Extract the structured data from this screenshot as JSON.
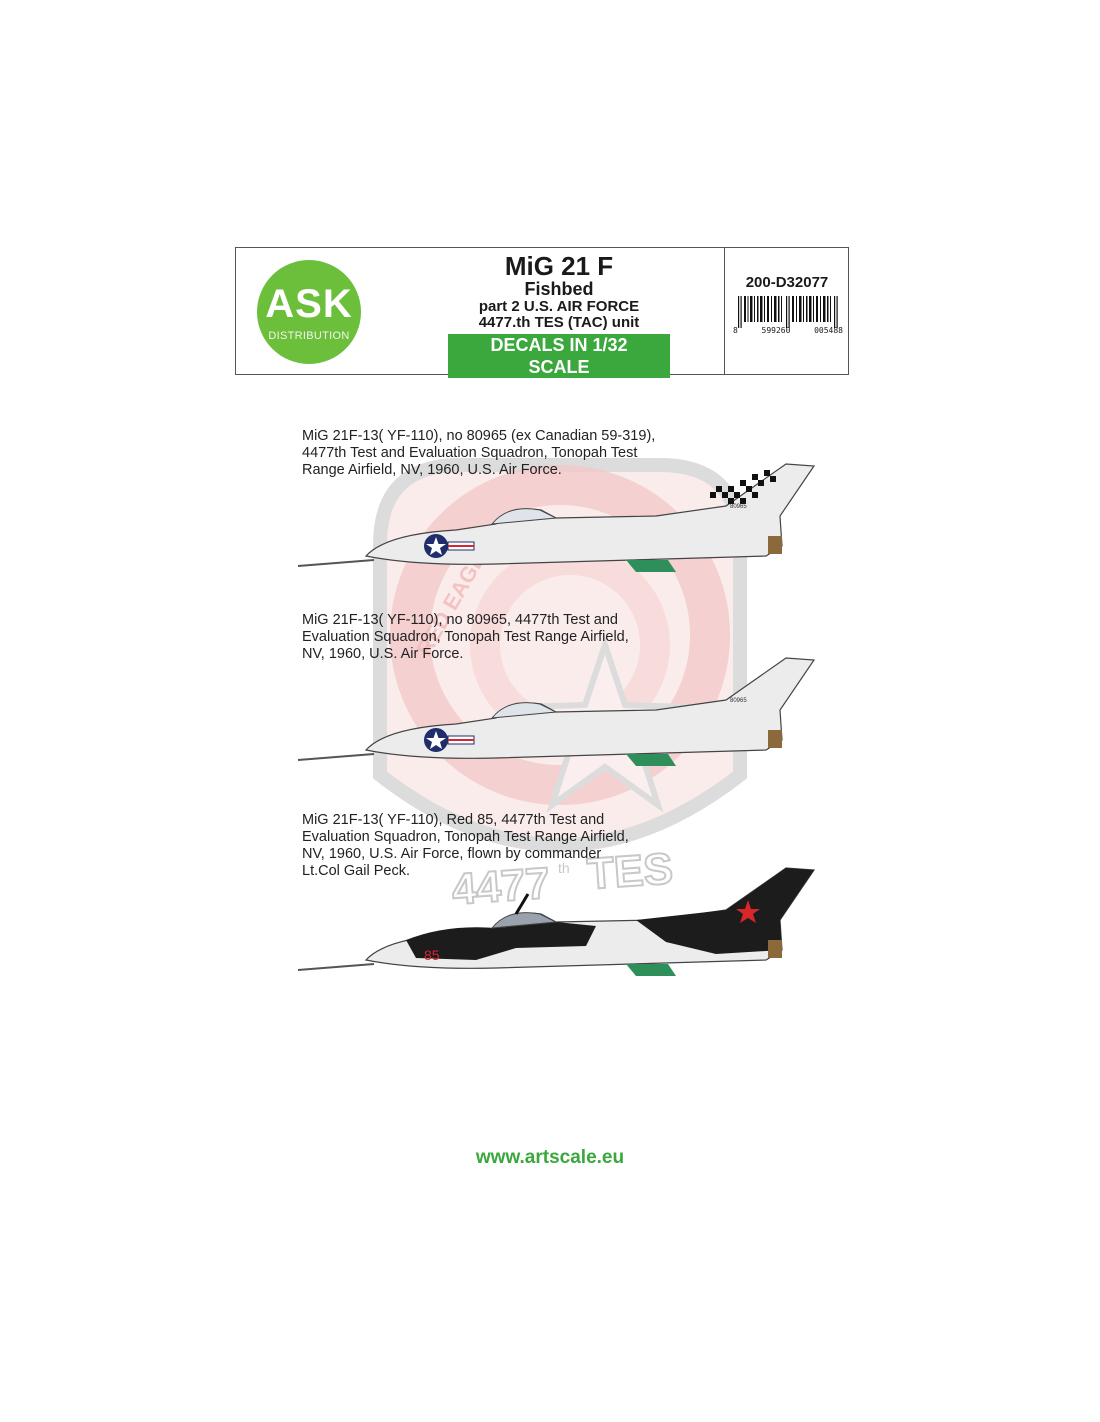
{
  "header": {
    "logo": {
      "brand": "ASK",
      "sub": "DISTRIBUTION",
      "color": "#6cbf3a"
    },
    "title": "MiG 21 F",
    "subtitle": "Fishbed",
    "line3": "part 2  U.S. AIR FORCE",
    "line4": "4477.th  TES (TAC) unit",
    "scale_banner": "DECALS IN 1/32 SCALE",
    "product_code": "200-D32077",
    "barcode": {
      "first": "8",
      "group1": "599260",
      "group2": "005488"
    }
  },
  "watermark": {
    "text": "4477",
    "sup": "th",
    "text2": "TES",
    "arc": "RED EAGLES"
  },
  "profiles": [
    {
      "caption": "MiG 21F-13( YF-110), no 80965 (ex Canadian 59-319),\n4477th Test and Evaluation Squadron, Tonopah Test\nRange Airfield, NV, 1960, U.S. Air Force.",
      "serial": "80965",
      "scheme": "natural-metal-checkered-tail"
    },
    {
      "caption": "MiG 21F-13( YF-110), no 80965, 4477th Test and\n Evaluation Squadron, Tonopah Test Range Airfield,\nNV, 1960, U.S. Air Force.",
      "serial": "80965",
      "scheme": "natural-metal"
    },
    {
      "caption": "MiG 21F-13( YF-110), Red 85, 4477th Test and\n Evaluation Squadron, Tonopah Test Range Airfield,\nNV, 1960, U.S. Air Force, flown by commander\nLt.Col Gail Peck.",
      "nose_number": "85",
      "scheme": "black-camouflage-red-star"
    }
  ],
  "footer": {
    "url": "www.artscale.eu"
  },
  "colors": {
    "accent_green": "#3aa83c",
    "roundel_blue": "#1f2d6b",
    "red": "#d8262b",
    "fin_green": "#2f8f5b"
  }
}
